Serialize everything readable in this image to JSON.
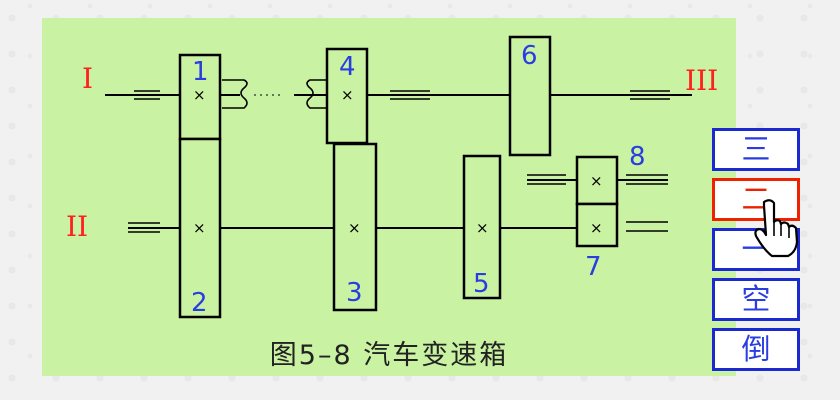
{
  "diagram": {
    "caption": "图5–8  汽车变速箱",
    "shafts": {
      "input": "I",
      "countershaft": "II",
      "output": "III"
    },
    "gears": [
      "1",
      "2",
      "3",
      "4",
      "5",
      "6",
      "7",
      "8"
    ]
  },
  "gear_buttons": [
    {
      "label": "三",
      "selected": false
    },
    {
      "label": "二",
      "selected": true
    },
    {
      "label": "一",
      "selected": false
    },
    {
      "label": "空",
      "selected": false
    },
    {
      "label": "倒",
      "selected": false
    }
  ],
  "colors": {
    "panel_background": "#c9f2a2",
    "shaft_label": "#ff2020",
    "gear_number": "#2a3de0",
    "button_border": "#1a2ad0",
    "button_selected": "#ee2200"
  },
  "cursor_icon": "hand-pointer-icon"
}
